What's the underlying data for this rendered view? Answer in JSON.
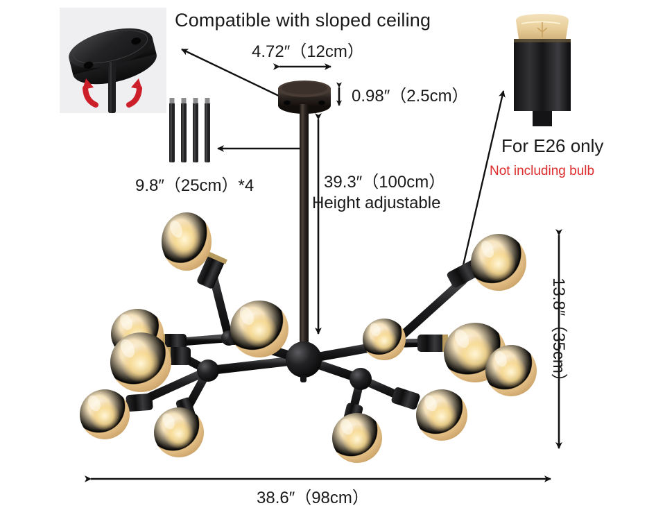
{
  "page": {
    "background": "#ffffff",
    "product": "sputnik chandelier dimension diagram"
  },
  "annotations": {
    "sloped_ceiling": "Compatible with sloped ceiling",
    "canopy_width": "4.72″（12cm）",
    "canopy_height": "0.98″（2.5cm）",
    "rods": "9.8″（25cm）*4",
    "drop_length": "39.3″（100cm）",
    "drop_note": "Height adjustable",
    "socket_type": "For E26 only",
    "bulb_note": "Not including bulb",
    "fixture_width": "38.6″（98cm）",
    "fixture_height": "13.8″（35cm）"
  },
  "colors": {
    "text": "#1a1a1a",
    "warning": "#dd2b2b",
    "metal": "#1b1b1b",
    "bulb_glass": "#e8c48a",
    "bulb_core": "#fff3d0",
    "inset_bg": "#efeff1",
    "swivel_arrow": "#cc1f2a"
  },
  "icons": {
    "inset": "canopy-swivel-photo",
    "socket": "e26-socket-photo",
    "rods": "extension-rod-set",
    "fixture": "sputnik-chandelier"
  },
  "chart_data": {
    "type": "diagram",
    "title": "Sputnik chandelier dimensions",
    "measurements": [
      {
        "label": "Canopy diameter",
        "inches": 4.72,
        "cm": 12,
        "text": "4.72″（12cm）"
      },
      {
        "label": "Canopy height",
        "inches": 0.98,
        "cm": 2.5,
        "text": "0.98″（2.5cm）"
      },
      {
        "label": "Extension rod",
        "inches": 9.8,
        "cm": 25,
        "count": 4,
        "text": "9.8″（25cm）*4"
      },
      {
        "label": "Adjustable drop",
        "inches": 39.3,
        "cm": 100,
        "text": "39.3″（100cm）"
      },
      {
        "label": "Fixture width",
        "inches": 38.6,
        "cm": 98,
        "text": "38.6″（98cm）"
      },
      {
        "label": "Fixture height",
        "inches": 13.8,
        "cm": 35,
        "text": "13.8″（35cm）"
      }
    ],
    "bulb_count": 12,
    "socket": "E26"
  }
}
